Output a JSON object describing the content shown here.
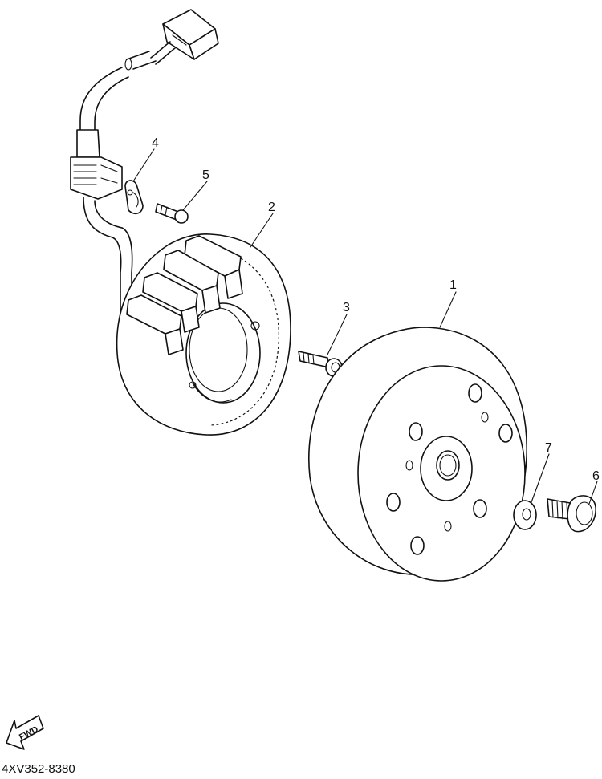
{
  "diagram": {
    "part_number": "4XV352-8380",
    "fwd_label": "FWD",
    "callouts": [
      {
        "id": "1",
        "part": "rotor"
      },
      {
        "id": "2",
        "part": "stator"
      },
      {
        "id": "3",
        "part": "stator-bolt"
      },
      {
        "id": "4",
        "part": "lead-clamp"
      },
      {
        "id": "5",
        "part": "clamp-screw"
      },
      {
        "id": "6",
        "part": "rotor-nut"
      },
      {
        "id": "7",
        "part": "washer"
      }
    ]
  }
}
